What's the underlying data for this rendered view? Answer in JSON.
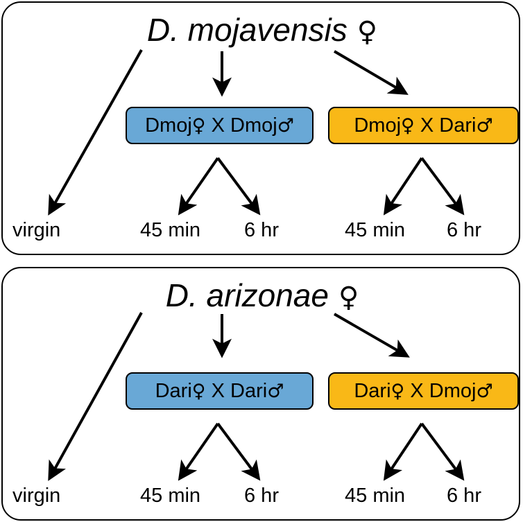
{
  "panels": [
    {
      "species": {
        "name": "D. mojavensis",
        "symbol": "♀"
      },
      "crosses": [
        {
          "female": "Dmoj",
          "female_symbol": "♀",
          "x": "X",
          "male": "Dmoj",
          "male_symbol": "♂",
          "color": "#69a8d6"
        },
        {
          "female": "Dmoj",
          "female_symbol": "♀",
          "x": "X",
          "male": "Dari",
          "male_symbol": "♂",
          "color": "#f9b817"
        }
      ],
      "labels": {
        "virgin": "virgin",
        "t1a": "45 min",
        "t2a": "6 hr",
        "t1b": "45 min",
        "t2b": "6 hr"
      }
    },
    {
      "species": {
        "name": "D. arizonae",
        "symbol": "♀"
      },
      "crosses": [
        {
          "female": "Dari",
          "female_symbol": "♀",
          "x": "X",
          "male": "Dari",
          "male_symbol": "♂",
          "color": "#69a8d6"
        },
        {
          "female": "Dari",
          "female_symbol": "♀",
          "x": "X",
          "male": "Dmoj",
          "male_symbol": "♂",
          "color": "#f9b817"
        }
      ],
      "labels": {
        "virgin": "virgin",
        "t1a": "45 min",
        "t2a": "6 hr",
        "t1b": "45 min",
        "t2b": "6 hr"
      }
    }
  ]
}
